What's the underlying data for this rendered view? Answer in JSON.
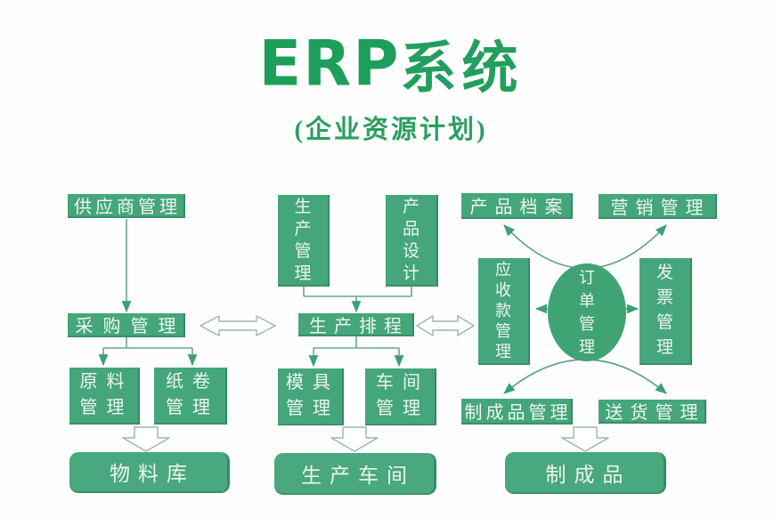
{
  "title": {
    "erp": "ERP",
    "cn": "系统",
    "subtitle": "(企业资源计划)"
  },
  "colors": {
    "box_green": "#45a67b",
    "title_green": "#1e9e5b",
    "line_green": "#68a78a",
    "arrowhead_green": "#3ba172",
    "hollow_arrow_outline": "#9cb7a8",
    "text_white": "#edf5f0"
  },
  "nodes": {
    "supplier": "供应商管理",
    "production_mgmt": "生产管理",
    "product_design": "产品设计",
    "product_archive": "产品档案",
    "marketing": "营销管理",
    "purchasing": "采购管理",
    "scheduling": "生产排程",
    "receivables": "应收款管理",
    "orders": "订单管理",
    "invoicing": "发票管理",
    "raw_material": "原料管理",
    "paper_roll": "纸卷管理",
    "mold": "模具管理",
    "workshop": "车间管理",
    "finished_mgmt": "制成品管理",
    "delivery": "送货管理",
    "material_store": "物料库",
    "production_floor": "生产车间",
    "finished_goods": "制成品"
  }
}
